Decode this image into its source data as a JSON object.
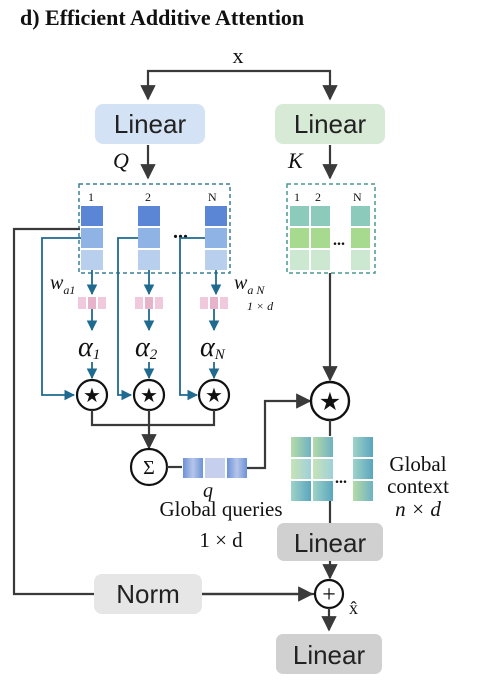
{
  "title": "d) Efficient Additive Attention",
  "input_label": "x",
  "linear_q_label": "Linear",
  "linear_k_label": "Linear",
  "q_label": "Q",
  "k_label": "K",
  "q_columns": [
    "1",
    "2",
    "N"
  ],
  "k_columns": [
    "1",
    "2",
    "N"
  ],
  "ellipsis": "...",
  "w_a1": "w",
  "w_a1_sub": "a1",
  "w_aN": "w",
  "w_aN_sub": "a N",
  "w_aN_dim": "1 × d",
  "alpha_1": "α",
  "alpha_1_sub": "1",
  "alpha_2": "α",
  "alpha_2_sub": "2",
  "alpha_N": "α",
  "alpha_N_sub": "N",
  "star_symbol": "★",
  "sum_symbol": "Σ",
  "q_vec_label": "q",
  "global_queries_label": "Global queries",
  "global_queries_dim": "1 × d",
  "global_context_line1": "Global",
  "global_context_line2": "context",
  "global_context_dim": "n × d",
  "linear_out_label": "Linear",
  "norm_label": "Norm",
  "plus_symbol": "+",
  "x_hat_label": "x̂",
  "linear_final_label": "Linear",
  "colors": {
    "q_box": "#d4e2f5",
    "k_box": "#d7ead6",
    "gray_box": "#d0d0d0",
    "norm_box": "#e6e6e6",
    "edge": "#3a3a3a",
    "edge_blue": "#1f6a8f",
    "dash": "#3c7f9a"
  }
}
